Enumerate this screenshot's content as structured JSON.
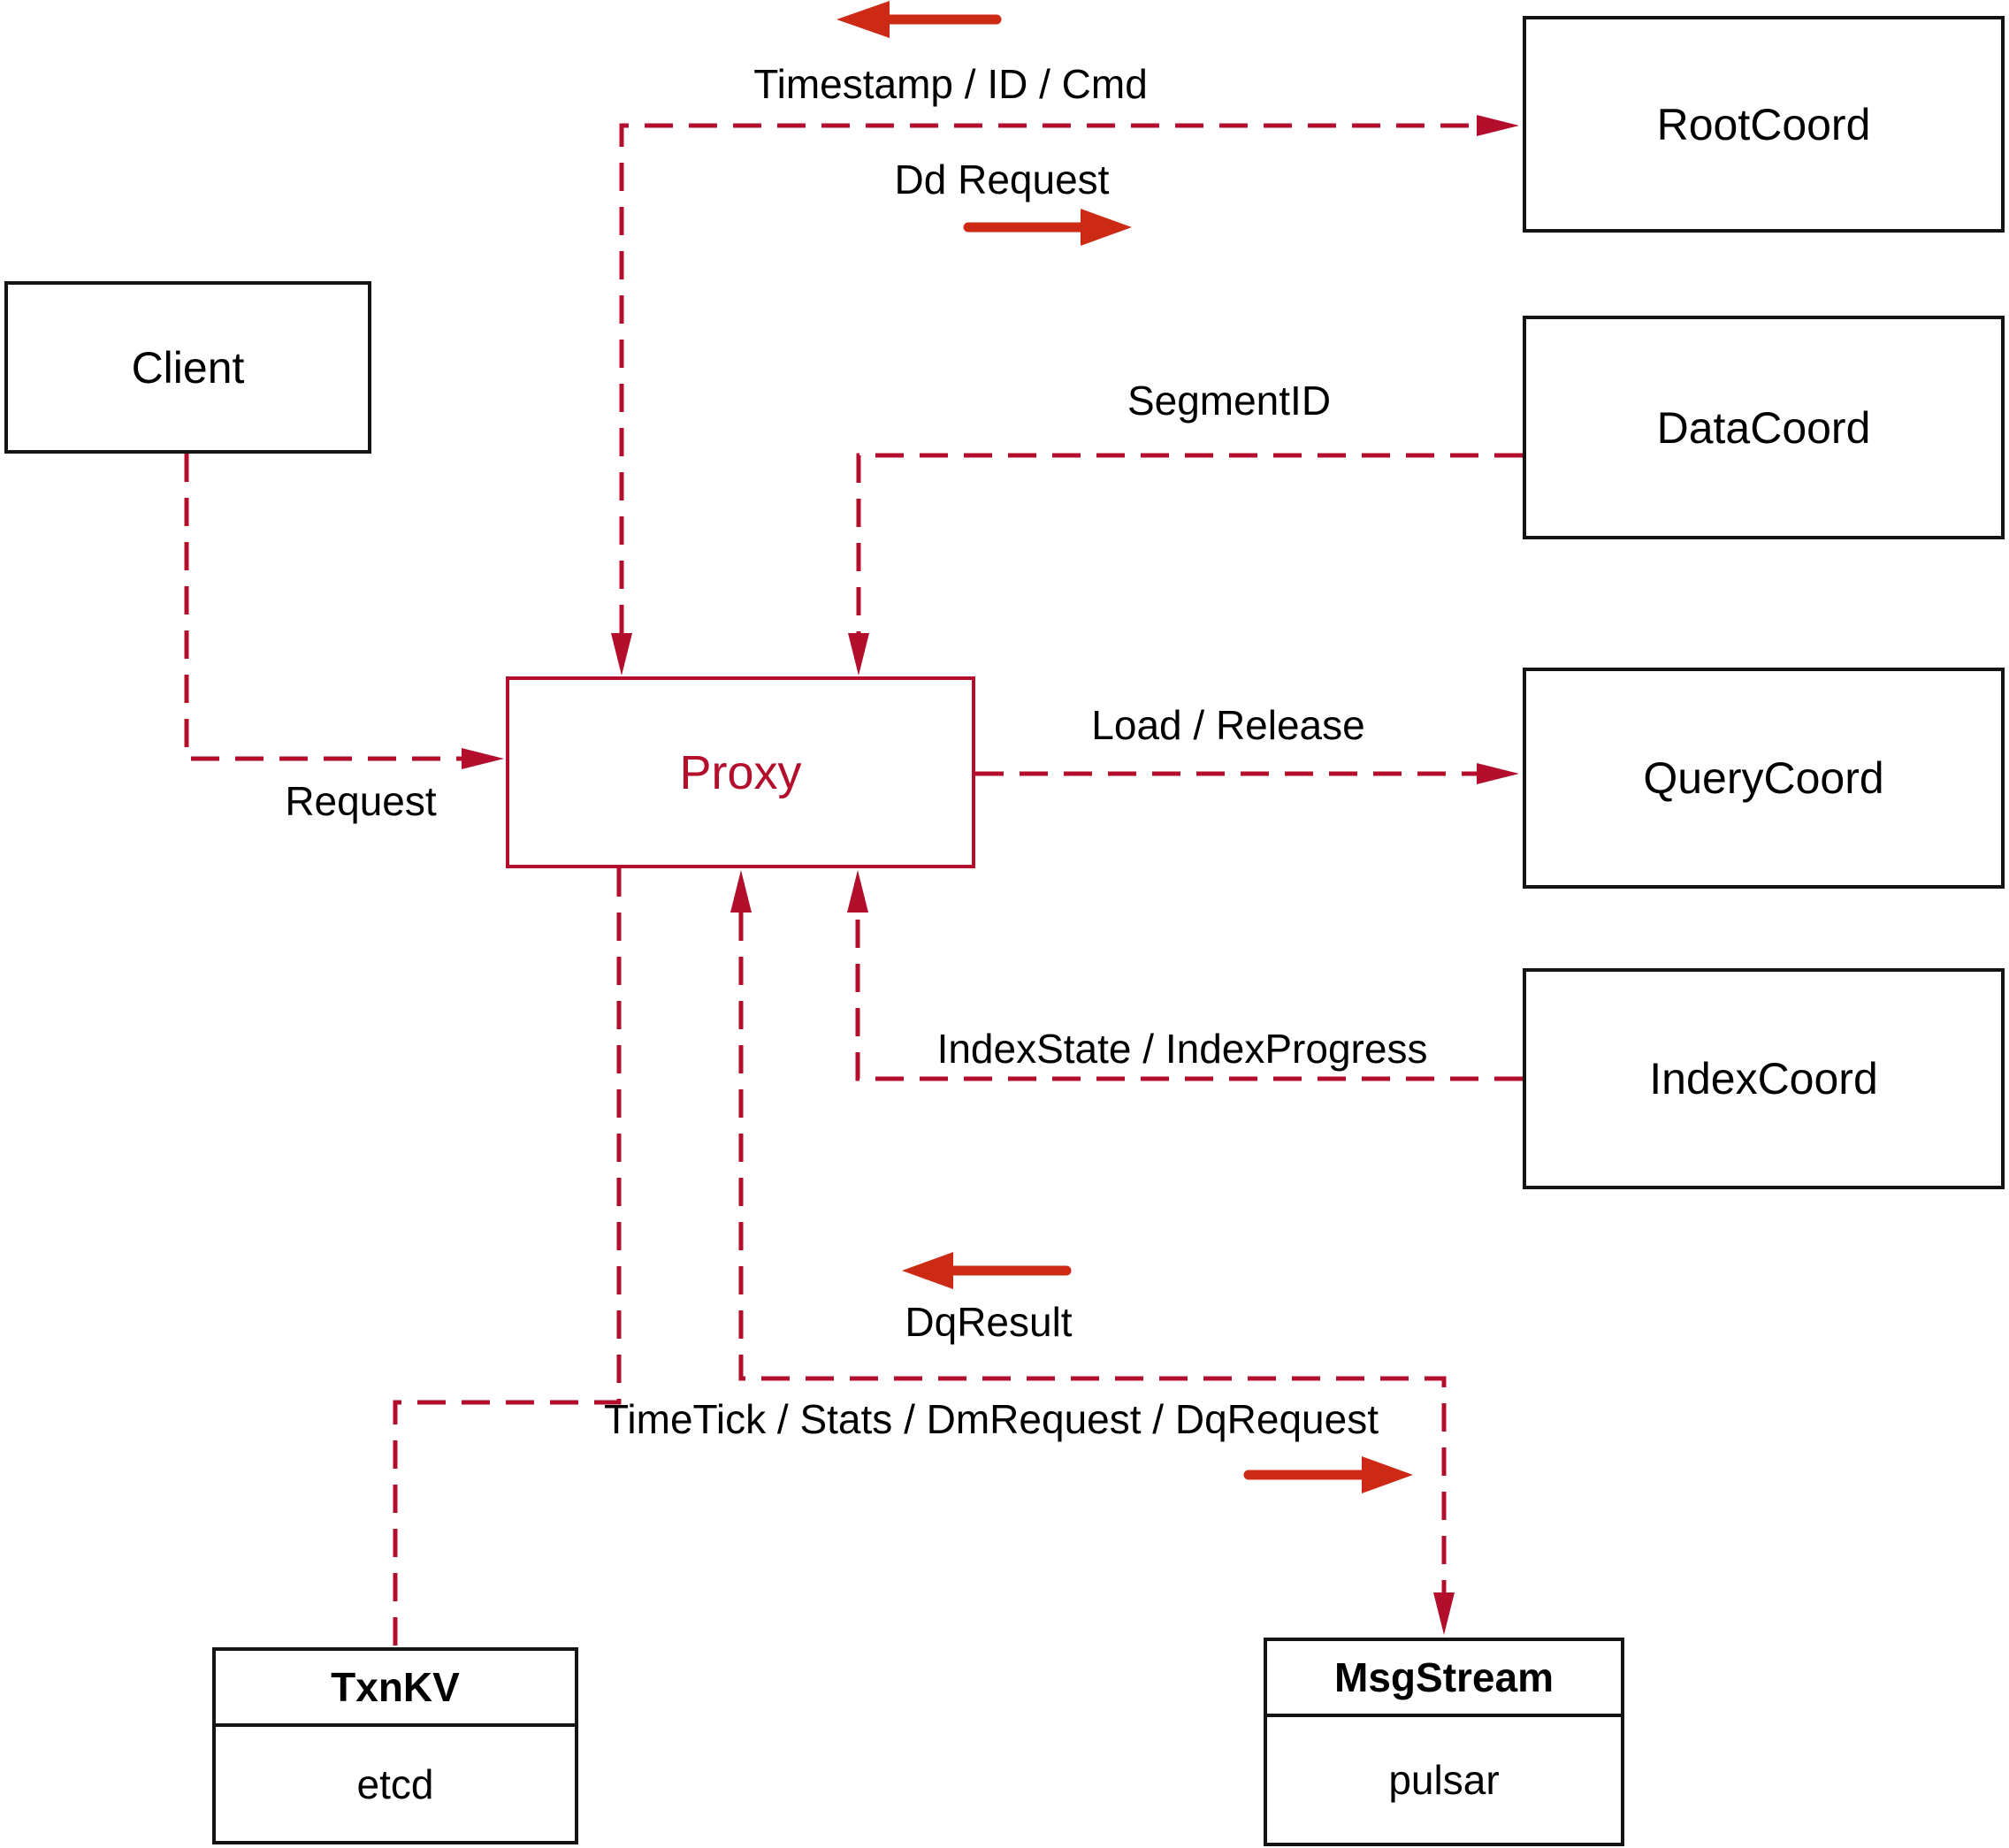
{
  "diagram": {
    "nodes": {
      "client": {
        "label": "Client"
      },
      "proxy": {
        "label": "Proxy"
      },
      "root_coord": {
        "label": "RootCoord"
      },
      "data_coord": {
        "label": "DataCoord"
      },
      "query_coord": {
        "label": "QueryCoord"
      },
      "index_coord": {
        "label": "IndexCoord"
      },
      "txn_kv": {
        "title": "TxnKV",
        "impl": "etcd"
      },
      "msg_stream": {
        "title": "MsgStream",
        "impl": "pulsar"
      }
    },
    "edge_labels": {
      "timestamp_id_cmd": "Timestamp / ID / Cmd",
      "dd_request": "Dd Request",
      "segment_id": "SegmentID",
      "request": "Request",
      "load_release": "Load / Release",
      "index_state": "IndexState / IndexProgress",
      "dq_result": "DqResult",
      "time_tick": "TimeTick / Stats / DmRequest / DqRequest"
    },
    "edges": [
      {
        "from": "Client",
        "to": "Proxy",
        "label": "Request"
      },
      {
        "from": "Proxy",
        "to": "RootCoord",
        "labels": [
          "Timestamp / ID / Cmd",
          "Dd Request"
        ],
        "bidirectional": true
      },
      {
        "from": "DataCoord",
        "to": "Proxy",
        "label": "SegmentID"
      },
      {
        "from": "Proxy",
        "to": "QueryCoord",
        "label": "Load / Release"
      },
      {
        "from": "IndexCoord",
        "to": "Proxy",
        "label": "IndexState / IndexProgress"
      },
      {
        "from": "Proxy",
        "to": "MsgStream",
        "labels": [
          "DqResult",
          "TimeTick / Stats / DmRequest / DqRequest"
        ],
        "bidirectional": true
      },
      {
        "from": "Proxy",
        "to": "TxnKV",
        "label": ""
      }
    ],
    "colors": {
      "dashed_line": "#b30e2c",
      "solid_arrow": "#cd2a16",
      "node_border": "#141414",
      "proxy_accent": "#b30e2c",
      "text": "#000000",
      "background": "#ffffff"
    }
  }
}
